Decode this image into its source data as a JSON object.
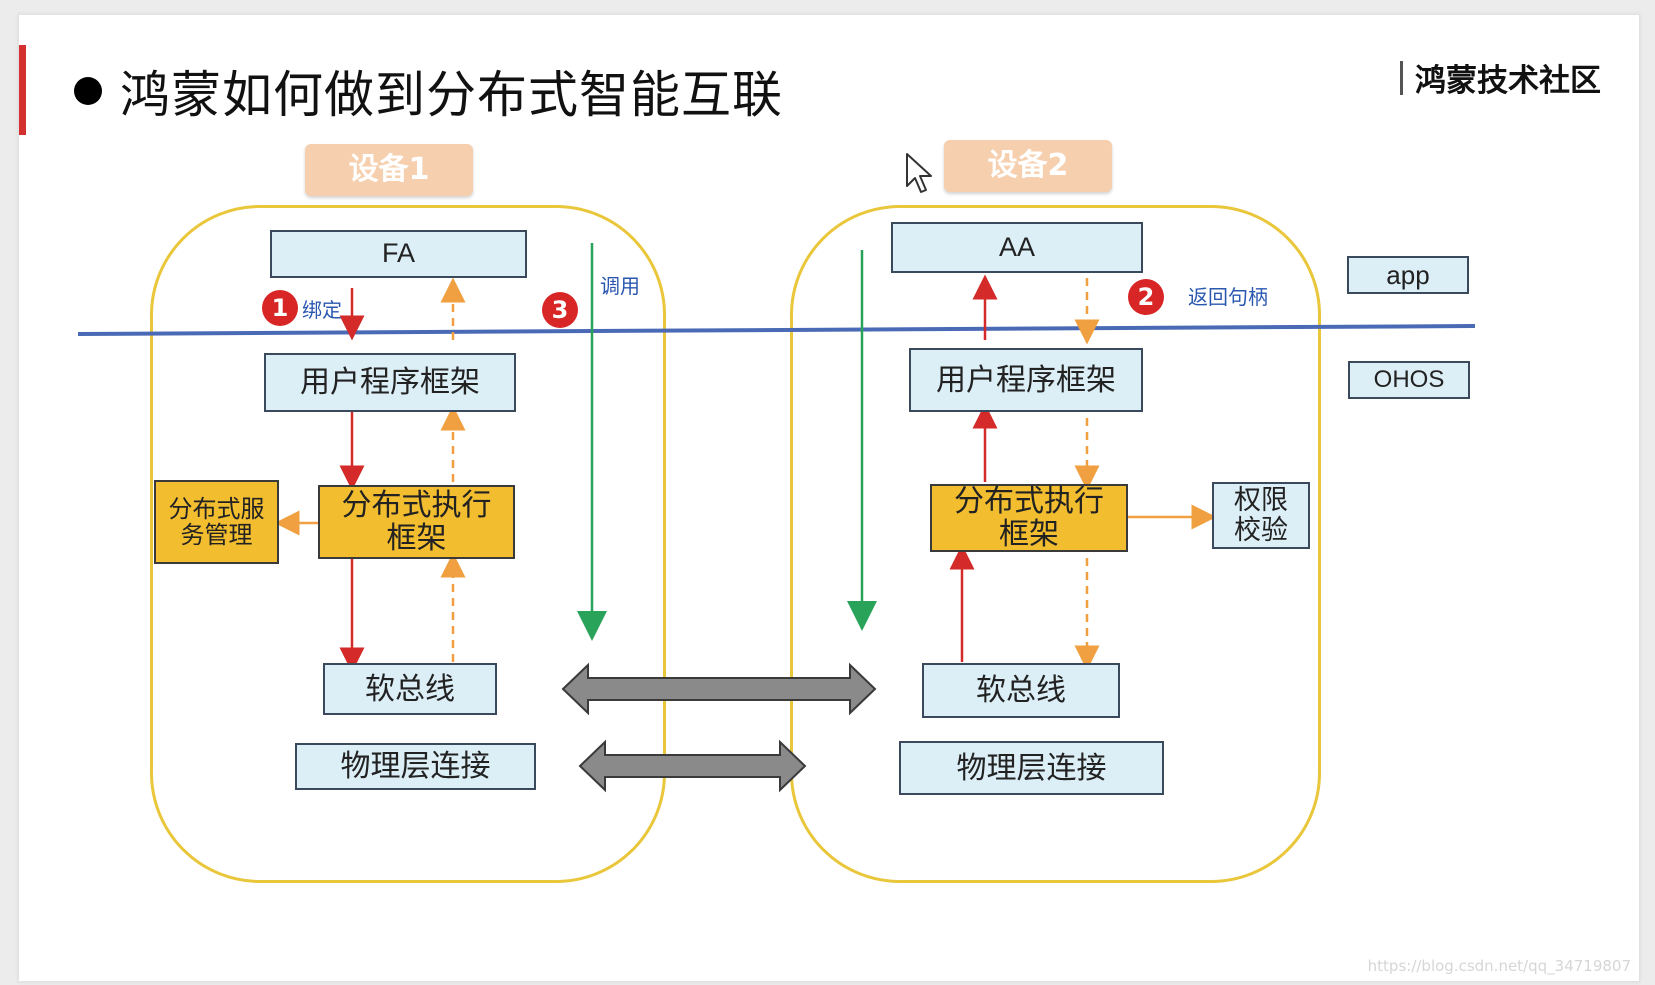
{
  "title": "鸿蒙如何做到分布式智能互联",
  "brand": "鸿蒙技术社区",
  "watermark": "https://blog.csdn.net/qq_34719807",
  "devices": {
    "d1": {
      "tag": "设备1",
      "fa": "FA",
      "framework": "用户程序框架",
      "exec": "分布式执行框架",
      "dsm": "分布式服务管理",
      "bus": "软总线",
      "phys": "物理层连接"
    },
    "d2": {
      "tag": "设备2",
      "aa": "AA",
      "framework": "用户程序框架",
      "exec": "分布式执行框架",
      "perm": "权限校验",
      "bus": "软总线",
      "phys": "物理层连接"
    }
  },
  "steps": [
    {
      "num": "1",
      "label": "绑定"
    },
    {
      "num": "2",
      "label": "返回句柄"
    },
    {
      "num": "3",
      "label": "调用"
    }
  ],
  "layers": {
    "app": "app",
    "ohos": "OHOS"
  },
  "colors": {
    "tag": "#f5cfae",
    "frame": "#e9c63a",
    "box": "#dceef6",
    "exec_box": "#f2bd2f",
    "divider": "#4a6ab5",
    "red_arrow": "#d42a2a",
    "orange_arrow": "#f0a040",
    "green_arrow": "#2aa35a",
    "step_circle": "#d82525",
    "gray_arrow": "#8a8a8a"
  }
}
